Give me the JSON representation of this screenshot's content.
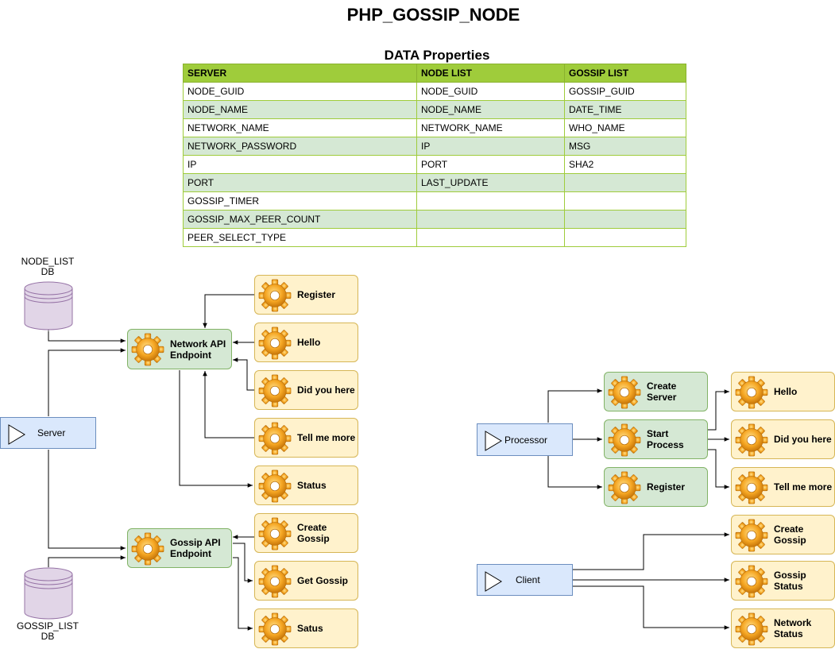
{
  "title": "PHP_GOSSIP_NODE",
  "table": {
    "title": "DATA Properties",
    "headers": [
      "SERVER",
      "NODE LIST",
      "GOSSIP LIST"
    ],
    "rows": [
      [
        "NODE_GUID",
        "NODE_GUID",
        "GOSSIP_GUID"
      ],
      [
        "NODE_NAME",
        "NODE_NAME",
        "DATE_TIME"
      ],
      [
        "NETWORK_NAME",
        "NETWORK_NAME",
        "WHO_NAME"
      ],
      [
        "NETWORK_PASSWORD",
        "IP",
        "MSG"
      ],
      [
        "IP",
        "PORT",
        "SHA2"
      ],
      [
        "PORT",
        "LAST_UPDATE",
        ""
      ],
      [
        "GOSSIP_TIMER",
        "",
        ""
      ],
      [
        "GOSSIP_MAX_PEER_COUNT",
        "",
        ""
      ],
      [
        "PEER_SELECT_TYPE",
        "",
        ""
      ]
    ]
  },
  "databases": {
    "node_list": "NODE_LIST\nDB",
    "gossip_list": "GOSSIP_LIST\nDB"
  },
  "left": {
    "server": "Server",
    "network_api": "Network API\nEndpoint",
    "gossip_api": "Gossip API\nEndpoint",
    "register": "Register",
    "hello": "Hello",
    "did_you_here": "Did you here",
    "tell_me_more": "Tell me more",
    "status": "Status",
    "create_gossip": "Create\nGossip",
    "get_gossip": "Get Gossip",
    "satus": "Satus"
  },
  "right": {
    "processor": "Processor",
    "client": "Client",
    "create_server": "Create\nServer",
    "start_process": "Start\nProcess",
    "register": "Register",
    "hello": "Hello",
    "did_you_here": "Did you here",
    "tell_me_more": "Tell me more",
    "create_gossip": "Create\nGossip",
    "gossip_status": "Gossip\nStatus",
    "network_status": "Network\nStatus"
  },
  "colors": {
    "process_fill": "#fff2cc",
    "endpoint_fill": "#d5e8d4",
    "actor_fill": "#dae8fc",
    "db_fill": "#e1d5e7",
    "header_fill": "#9fcc3b",
    "gear": "#f5a623"
  }
}
